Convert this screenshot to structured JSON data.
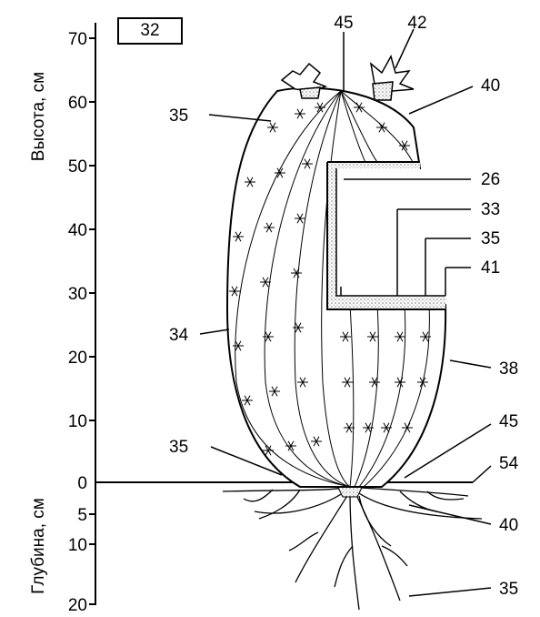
{
  "figure_label": "32",
  "axes": {
    "height_label": "Высота, см",
    "depth_label": "Глубина, см",
    "height_ticks": [
      "70",
      "60",
      "50",
      "40",
      "30",
      "20",
      "10",
      "0"
    ],
    "depth_ticks": [
      "5",
      "10",
      "20"
    ]
  },
  "callouts": {
    "top_45": "45",
    "top_42": "42",
    "right_40": "40",
    "left_35_top": "35",
    "r_26": "26",
    "r_33": "33",
    "r_35": "35",
    "r_41": "41",
    "left_34": "34",
    "r_38": "38",
    "r_45_low": "45",
    "left_35_low": "35",
    "r_54": "54",
    "r_40_low": "40",
    "r_35_bottom": "35"
  },
  "colors": {
    "ink": "#000000",
    "background": "#ffffff",
    "soil_stipple": "#7a7a7a"
  }
}
